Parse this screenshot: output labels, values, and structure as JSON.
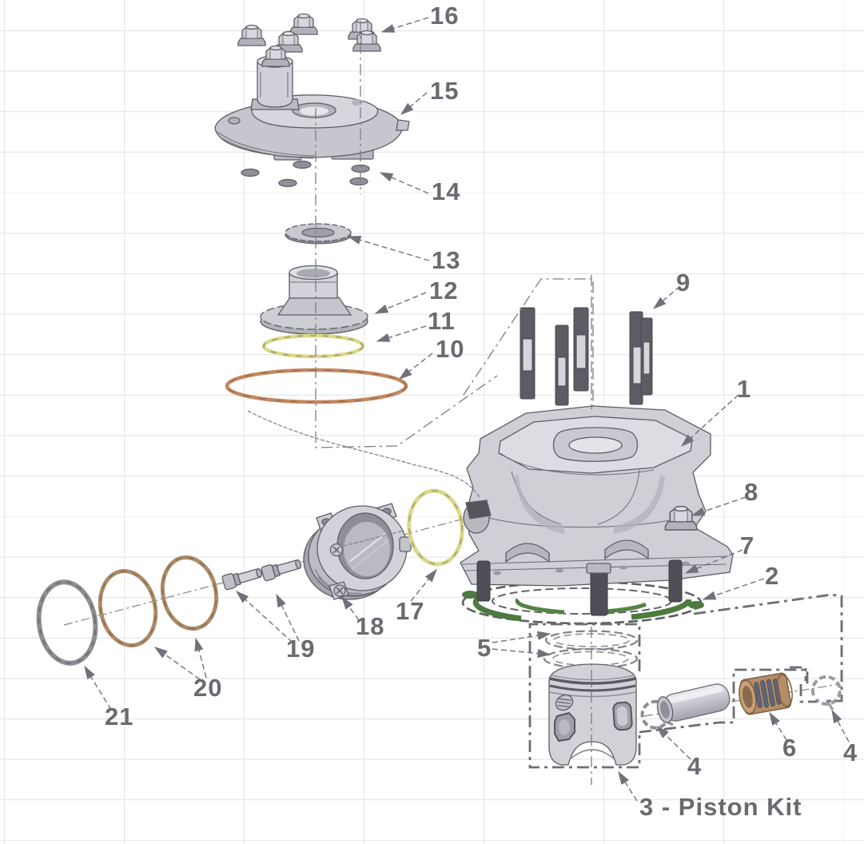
{
  "diagram": {
    "type": "exploded-parts-diagram",
    "callouts": {
      "c1": "1",
      "c2": "2",
      "c3": "3 - Piston Kit",
      "c4_left": "4",
      "c4_right": "4",
      "c5": "5",
      "c6": "6",
      "c7": "7",
      "c8": "8",
      "c9": "9",
      "c10": "10",
      "c11": "11",
      "c12": "12",
      "c13": "13",
      "c14": "14",
      "c15": "15",
      "c16": "16",
      "c17": "17",
      "c18": "18",
      "c19": "19",
      "c20": "20",
      "c21": "21"
    },
    "colors": {
      "grid_line": "#e6e6e6",
      "callout_text": "#6a6a70",
      "leader_line": "#71717a",
      "metal_light": "#d3d3da",
      "metal_dark": "#55555c",
      "base_gasket_green": "#4e7a3e",
      "oring_yellow": "#dbd989",
      "oring_orange": "#c5875e",
      "exhaust_gasket_tan": "#ab8b68",
      "oring_gray": "#8d8d92",
      "bearing_brown": "#b48d68"
    }
  }
}
